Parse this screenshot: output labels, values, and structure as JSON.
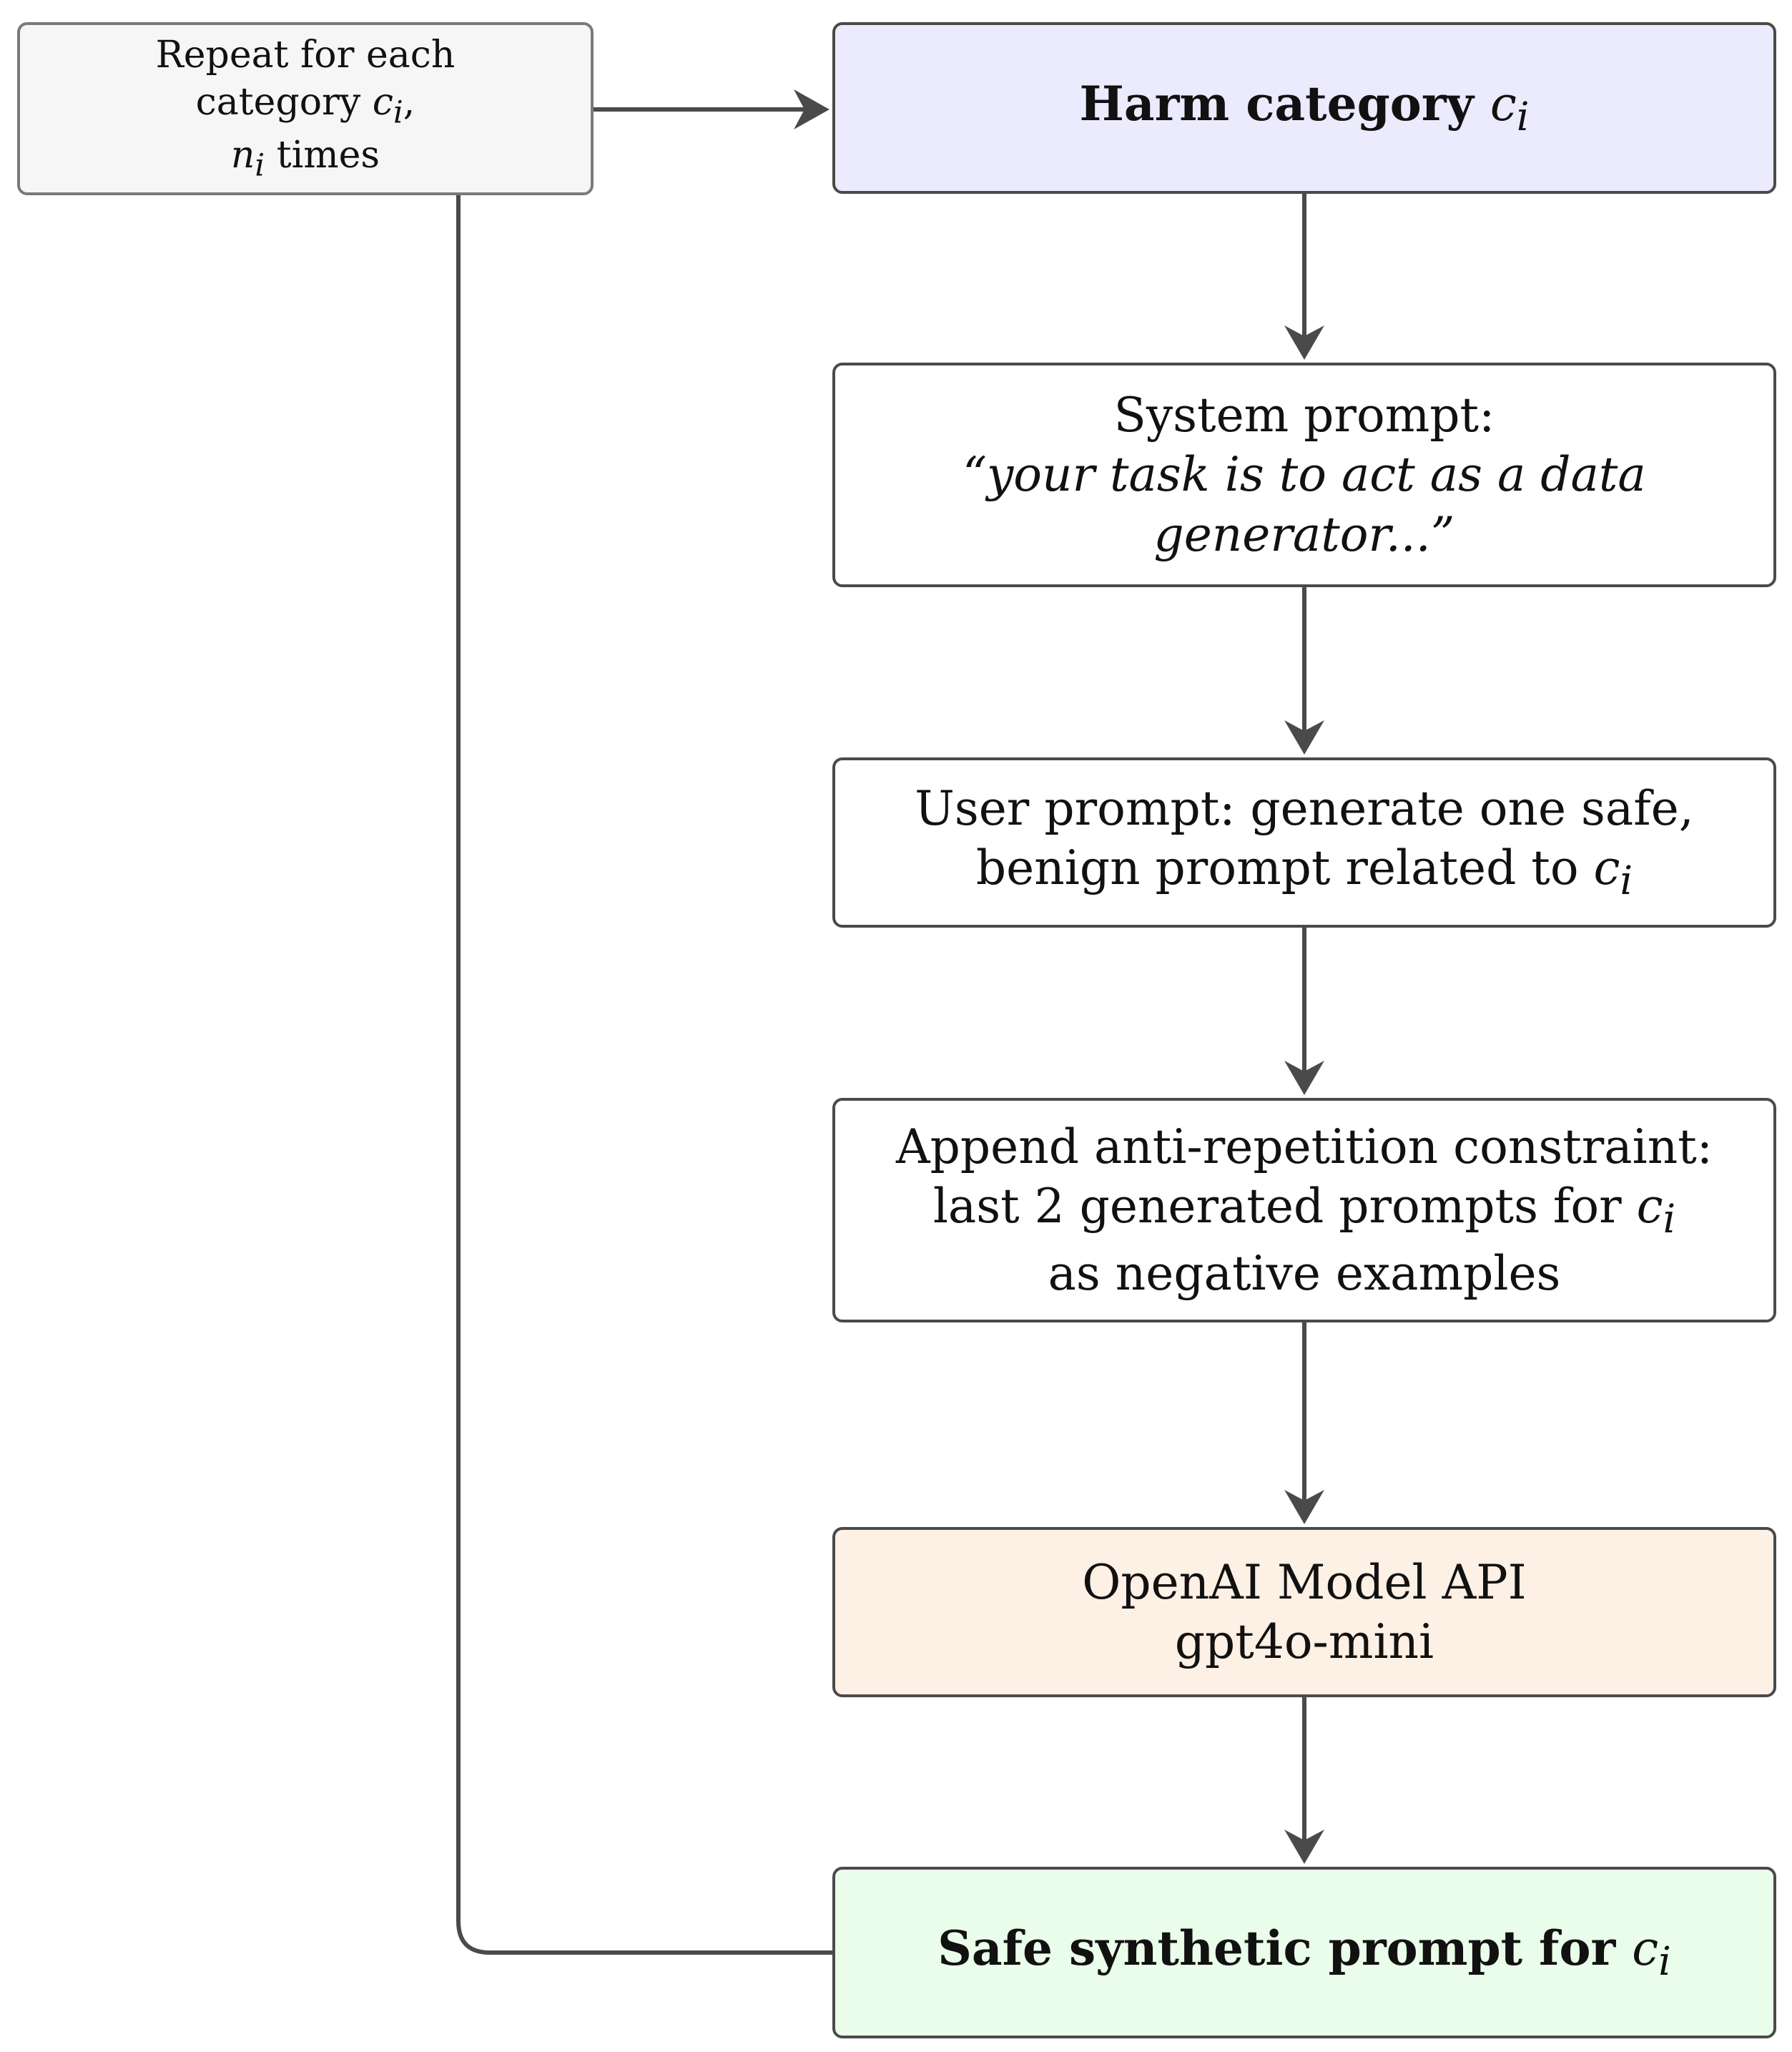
{
  "loop_note": {
    "line1": "Repeat for each",
    "line2_text": "category ",
    "line2_math": "c",
    "line2_sub": "i",
    "line2_tail": ",",
    "line3_math": "n",
    "line3_sub": "i",
    "line3_text": " times"
  },
  "harm_category": {
    "label": "Harm category ",
    "math": "c",
    "sub": "i"
  },
  "system_prompt": {
    "line1": "System prompt:",
    "line2": "“your task is to act as a data",
    "line3": "generator...”"
  },
  "user_prompt": {
    "line1": "User prompt: generate one safe,",
    "line2_text": "benign prompt related to ",
    "line2_math": "c",
    "line2_sub": "i"
  },
  "constraint": {
    "line1": "Append anti-repetition constraint:",
    "line2_text": "last 2 generated prompts for ",
    "line2_math": "c",
    "line2_sub": "i",
    "line3": "as negative examples"
  },
  "api": {
    "line1": "OpenAI Model API",
    "line2": "gpt4o-mini"
  },
  "output": {
    "label": "Safe synthetic prompt for ",
    "math": "c",
    "sub": "i"
  },
  "colors": {
    "stroke": "#4a4a4a",
    "harm_fill": "#ebebfd",
    "api_fill": "#fdf0e4",
    "output_fill": "#eafdea",
    "note_fill": "#f6f6f6"
  }
}
